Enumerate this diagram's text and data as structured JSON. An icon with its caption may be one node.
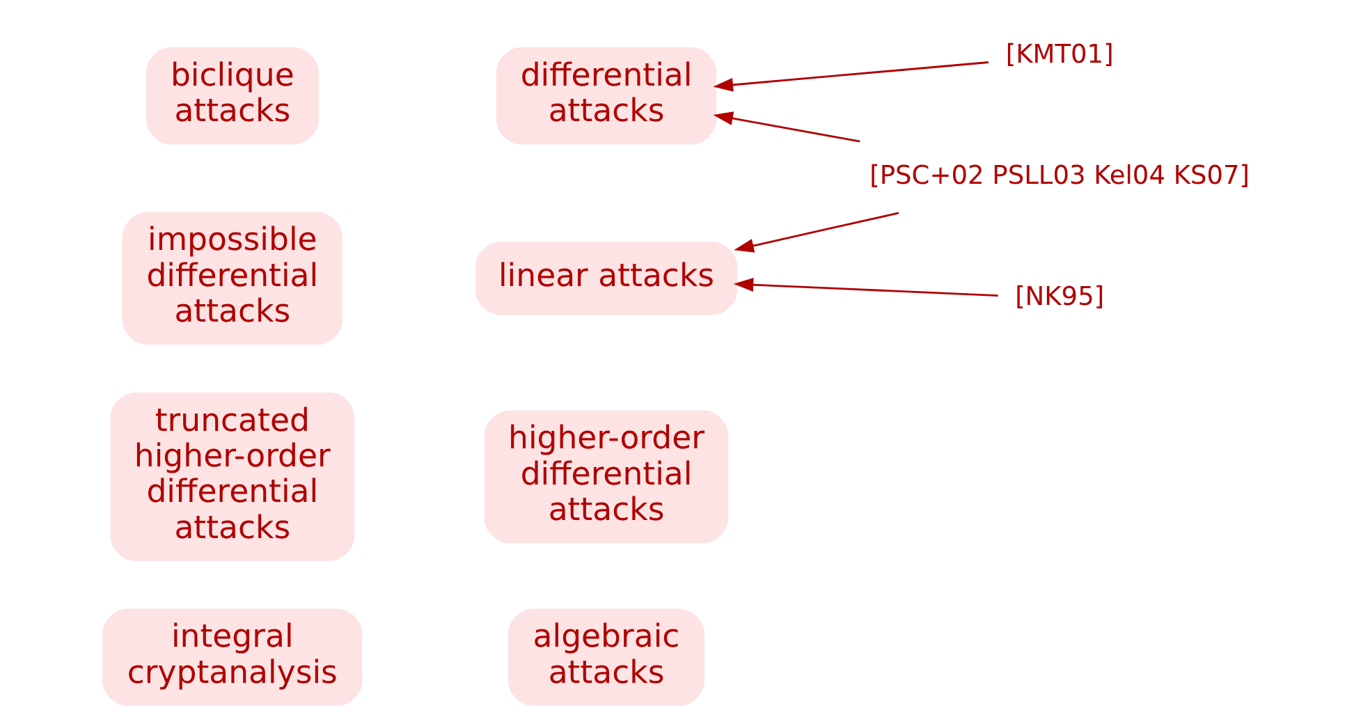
{
  "diagram": {
    "nodes": [
      {
        "text": [
          "integral cryptanalysis"
        ]
      },
      {
        "text": [
          "algebraic attacks"
        ]
      },
      {
        "text": [
          "truncated higher-order differential attacks"
        ]
      },
      {
        "text": [
          "higher-order differential attacks"
        ]
      },
      {
        "text": [
          "biclique attacks"
        ]
      },
      {
        "text": [
          "differential attacks"
        ]
      },
      {
        "text": [
          "[KMT01]"
        ]
      },
      {
        "text": [
          "[PSC+02 PSLL03 Kel04 KS07]"
        ]
      },
      {
        "text": [
          "linear attacks"
        ]
      },
      {
        "text": [
          "[NK95]"
        ]
      },
      {
        "text": [
          "impossible differential attacks"
        ]
      }
    ],
    "edges": [
      {
        "from": 6,
        "to": 5,
        "arrow": "to"
      },
      {
        "from": 7,
        "to": 5,
        "arrow": "to"
      },
      {
        "from": 7,
        "to": 8,
        "arrow": "to"
      },
      {
        "from": 9,
        "to": 8,
        "arrow": "to"
      }
    ]
  }
}
